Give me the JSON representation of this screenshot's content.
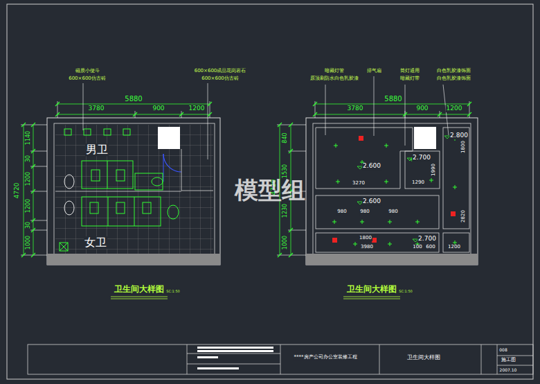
{
  "diagram": {
    "labels": [
      "磁质小便斗",
      "600×600仿古砖",
      "600×600成品花岗岩石",
      "600×600仿古砖",
      "5880",
      "3780",
      "900",
      "1200",
      "4720",
      "1140",
      "30",
      "1200",
      "1200",
      "30",
      "1000",
      "男卫",
      "女卫",
      "卫生间大样图",
      "SC:1:50",
      "暗藏灯管",
      "原顶刷防水白色乳胶漆",
      "排气扇",
      "筒灯通用",
      "暗藏灯带",
      "白色乳胶漆饰面",
      "白色乳胶漆饰面",
      "5880",
      "3780",
      "900",
      "1200",
      "840",
      "1530",
      "1230",
      "4720",
      "1000",
      "2.800",
      "1800",
      "2.700",
      "1990",
      "1290",
      "2.600",
      "3270",
      "2.600",
      "980",
      "980",
      "980",
      "2820",
      "2.700",
      "1800",
      "3980",
      "100",
      "600",
      "1200",
      "卫生间大样图",
      "SC:1:50",
      "****房产公司办公室装修工程",
      "卫生间大样图",
      "008",
      "施工图",
      "2007.10",
      "模型组"
    ]
  }
}
